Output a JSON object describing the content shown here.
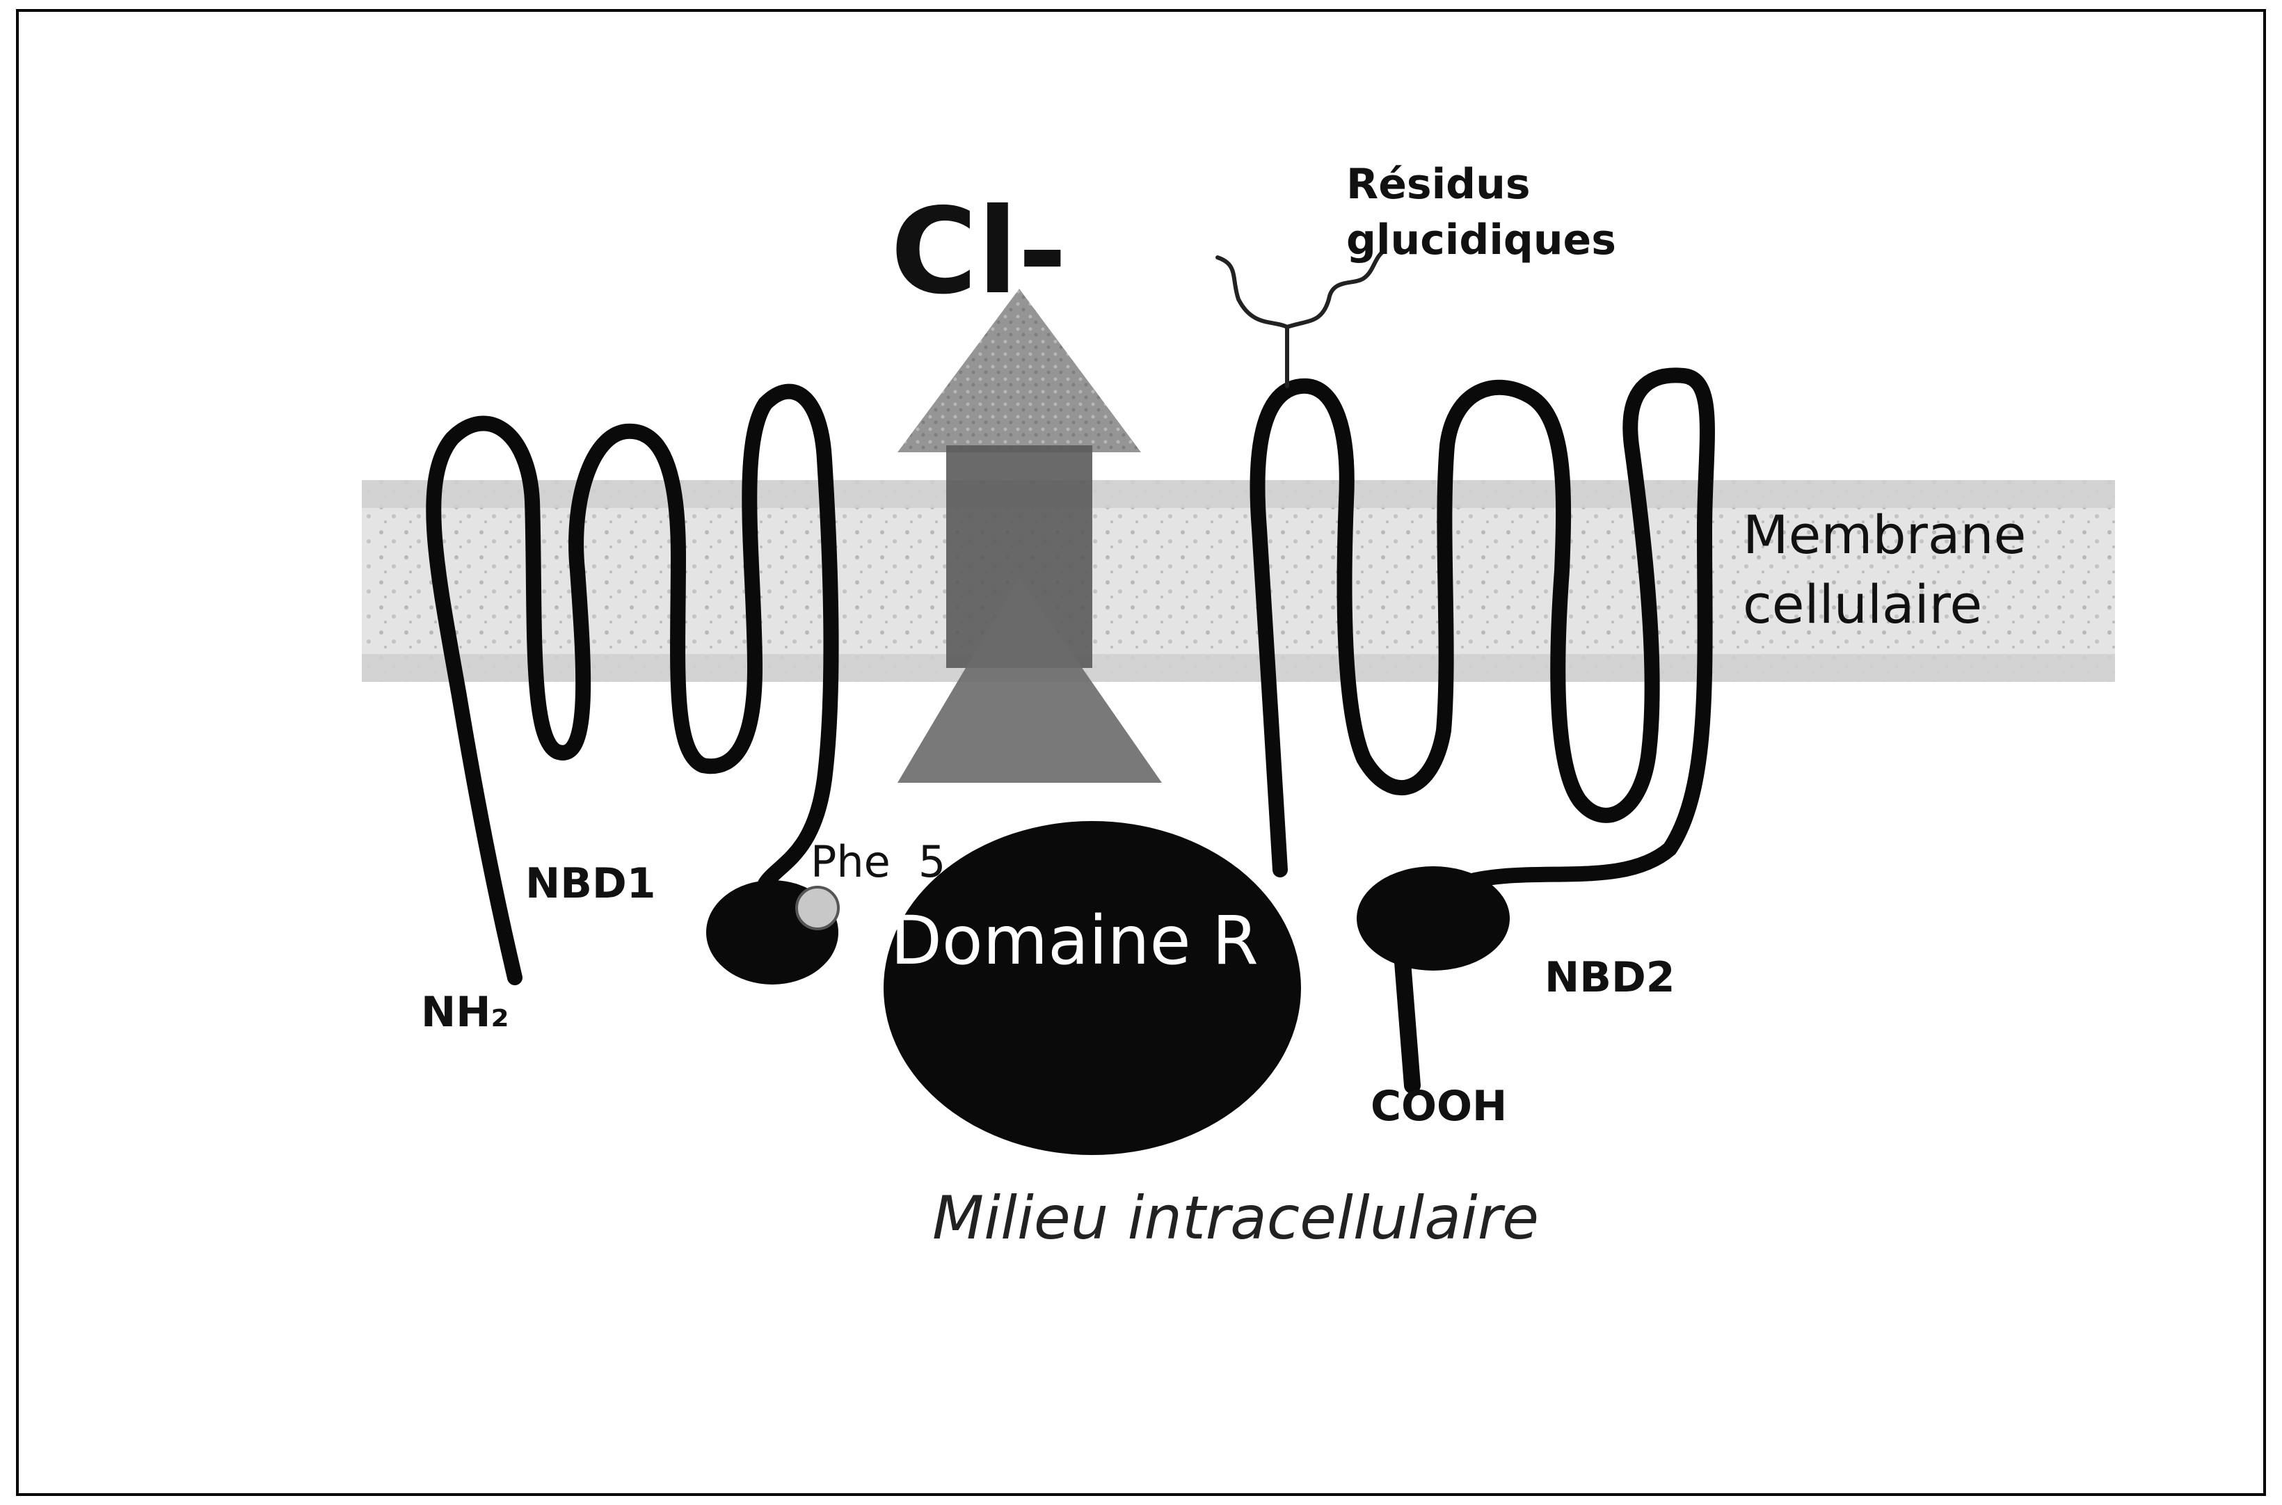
{
  "labels": {
    "ion": "Cl-",
    "glyco_line1": "Résidus",
    "glyco_line2": "glucidiques",
    "membrane_line1": "Membrane",
    "membrane_line2": "cellulaire",
    "nbd1": "NBD1",
    "phe": "Phe",
    "phe_suffix": "5",
    "domain_r": "Domaine R",
    "nbd2": "NBD2",
    "nh2": "NH₂",
    "cooh": "COOH",
    "milieu": "Milieu intracellulaire"
  },
  "colors": {
    "strand": "#0a0a0a",
    "membrane_fill": "#d9d9d9",
    "arrow": "#8a8a8a",
    "frame": "#000000",
    "background": "#ffffff"
  }
}
